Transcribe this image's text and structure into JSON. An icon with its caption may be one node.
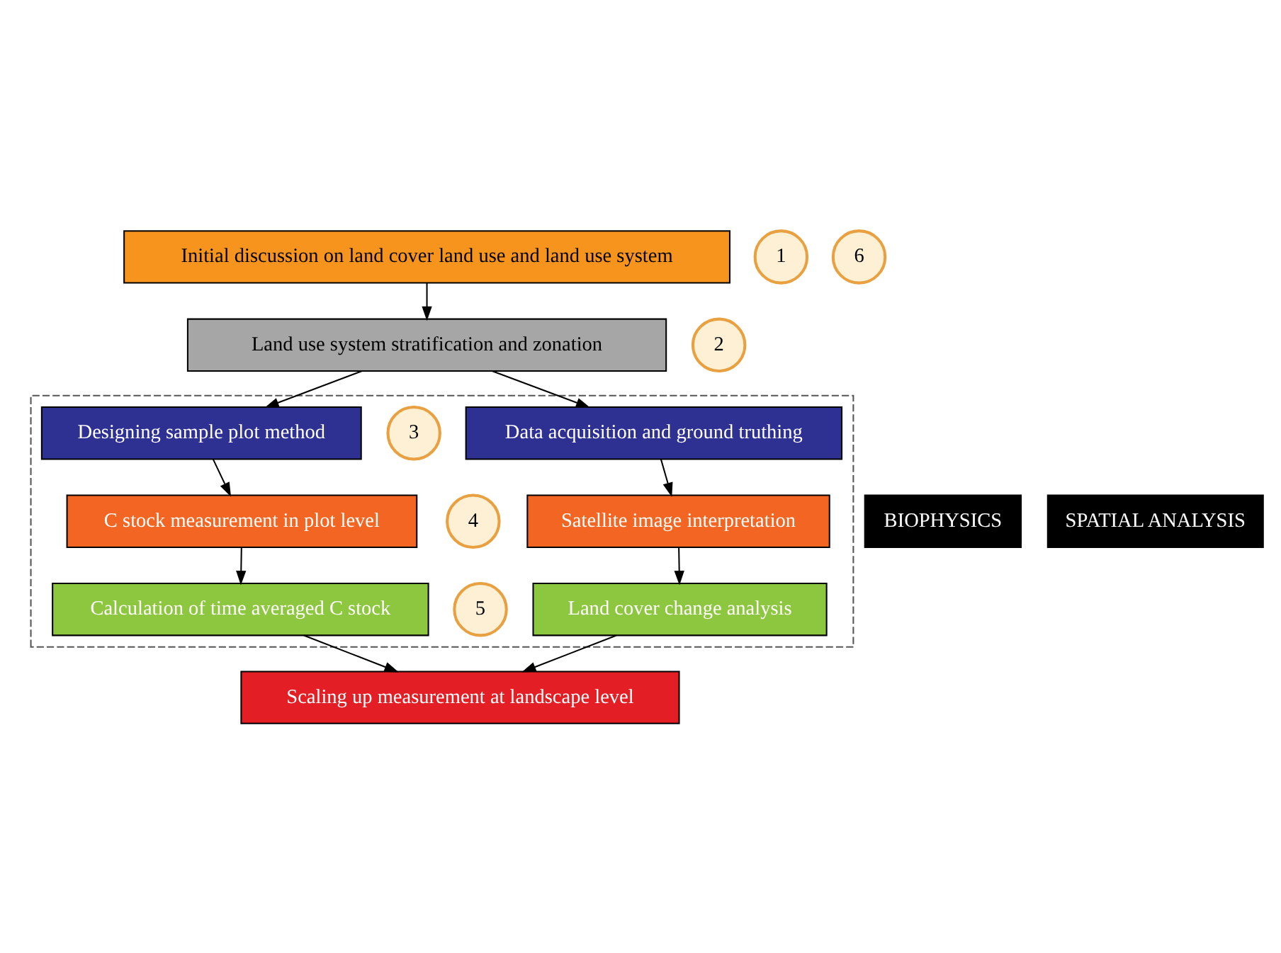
{
  "diagram": {
    "nodes": [
      {
        "text": [
          "Initial discussion on land cover land use and land use system"
        ]
      },
      {
        "text": [
          "1"
        ]
      },
      {
        "text": [
          "Land use system stratification and zonation"
        ]
      },
      {
        "text": [
          "2"
        ]
      },
      {
        "text": [],
        "shape": "box"
      },
      {
        "text": [
          "Designing sample plot method"
        ],
        "in": 4
      },
      {
        "text": [
          "3"
        ],
        "in": 4
      },
      {
        "text": [
          "Data acquisition and ground truthing"
        ],
        "in": 4
      },
      {
        "text": [
          "C stock measurement in plot level"
        ],
        "in": 4
      },
      {
        "text": [
          "4"
        ],
        "in": 4
      },
      {
        "text": [
          "Satellite image interpretation"
        ],
        "in": 4
      },
      {
        "text": [
          "Calculation of time averaged C stock"
        ],
        "in": 4
      },
      {
        "text": [
          "5"
        ],
        "in": 4
      },
      {
        "text": [
          "Land cover change analysis"
        ],
        "in": 4
      },
      {
        "text": [
          "BIOPHYSICS"
        ]
      },
      {
        "text": [
          "SPATIAL ANALYSIS"
        ]
      },
      {
        "text": [
          "Scaling up measurement at landscape level"
        ]
      },
      {
        "text": [
          "6"
        ]
      }
    ],
    "edges": [
      {
        "from": 0,
        "to": 2,
        "arrow": "to"
      },
      {
        "from": 2,
        "to": 5,
        "arrow": "to"
      },
      {
        "from": 2,
        "to": 7,
        "arrow": "to"
      },
      {
        "from": 5,
        "to": 8,
        "arrow": "to"
      },
      {
        "from": 7,
        "to": 10,
        "arrow": "to"
      },
      {
        "from": 8,
        "to": 11,
        "arrow": "to"
      },
      {
        "from": 10,
        "to": 13,
        "arrow": "to"
      },
      {
        "from": 11,
        "to": 16,
        "arrow": "to"
      },
      {
        "from": 13,
        "to": 16,
        "arrow": "to"
      }
    ]
  }
}
